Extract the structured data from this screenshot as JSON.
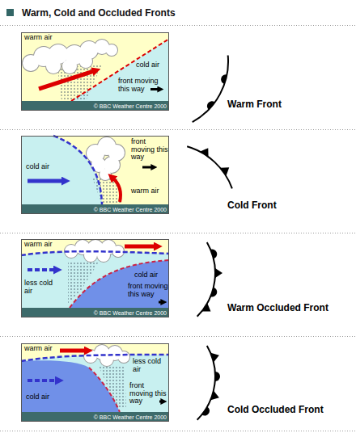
{
  "diagram": {
    "title": "Warm, Cold and Occluded Fronts",
    "nodes": [
      {
        "text": [
          "warm air",
          "cold air",
          "front moving this way",
          "© BBC Weather Centre 2000"
        ]
      },
      {
        "text": [
          "cold air",
          "front moving this way",
          "warm air",
          "© BBC Weather Centre 2000"
        ]
      },
      {
        "text": [
          "warm air",
          "less cold air",
          "cold air",
          "front moving this way",
          "© BBC Weather Centre 2000"
        ]
      },
      {
        "text": [
          "warm air",
          "less cold air",
          "front moving this way",
          "cold air",
          "© BBC Weather Centre 2000"
        ]
      }
    ],
    "labels": [
      "Warm Front",
      "Cold Front",
      "Warm Occluded Front",
      "Cold Occluded Front"
    ]
  }
}
